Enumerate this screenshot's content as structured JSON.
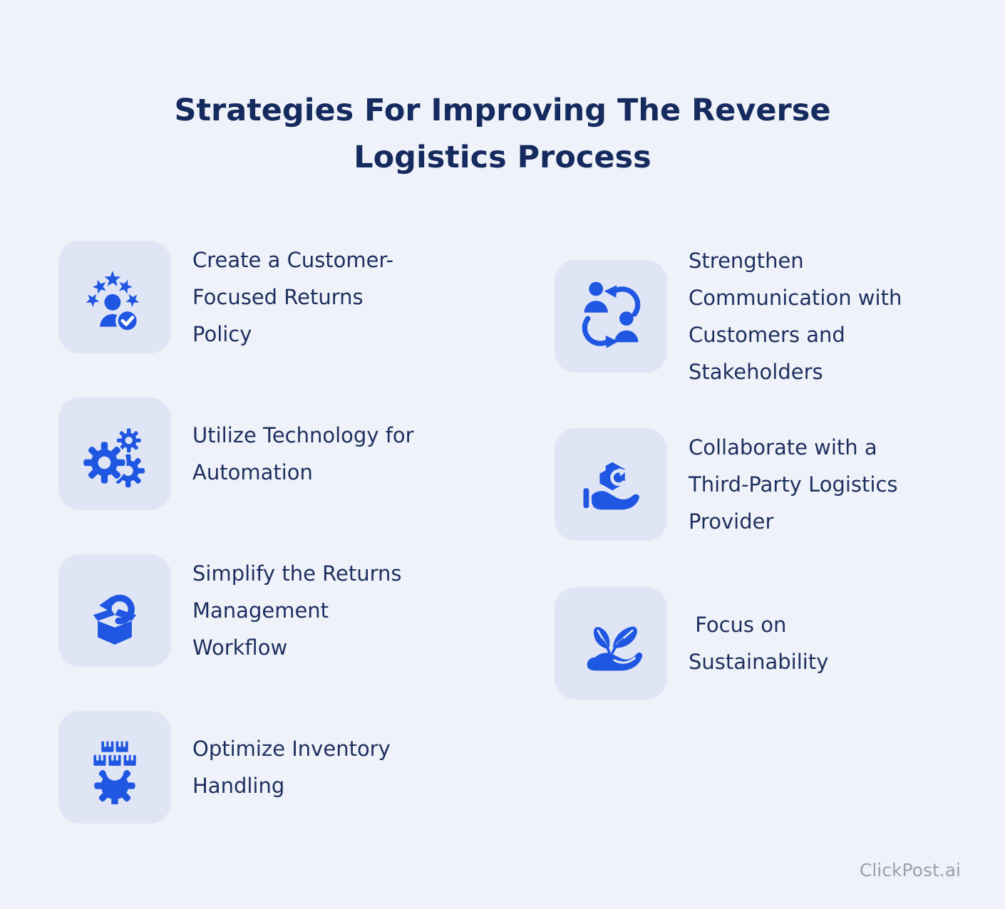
{
  "title": {
    "text": "Strategies For Improving The Reverse\nLogistics Process"
  },
  "strategies": {
    "left": [
      {
        "icon": "customer-stars-check-icon",
        "label": "Create a Customer-\nFocused Returns\nPolicy"
      },
      {
        "icon": "gears-icon",
        "label": "Utilize Technology for\nAutomation"
      },
      {
        "icon": "return-box-arrow-icon",
        "label": "Simplify the Returns\nManagement\nWorkflow"
      },
      {
        "icon": "inventory-boxes-gear-icon",
        "label": "Optimize Inventory\nHandling"
      }
    ],
    "right": [
      {
        "icon": "people-exchange-icon",
        "label": "Strengthen\nCommunication with\nCustomers and\nStakeholders"
      },
      {
        "icon": "hand-holding-box-icon",
        "label": "Collaborate with a\nThird-Party Logistics\nProvider"
      },
      {
        "icon": "hand-holding-leaves-icon",
        "label": " Focus on\nSustainability"
      }
    ]
  },
  "footer": {
    "brand": "ClickPost.ai"
  },
  "colors": {
    "background": "#eff2f8",
    "tile": "#dfe5f4",
    "icon_blue": "#2057e2",
    "title_text": "#152a5e",
    "body_text": "#1d2f5f",
    "footer_text": "#99a1b0"
  }
}
